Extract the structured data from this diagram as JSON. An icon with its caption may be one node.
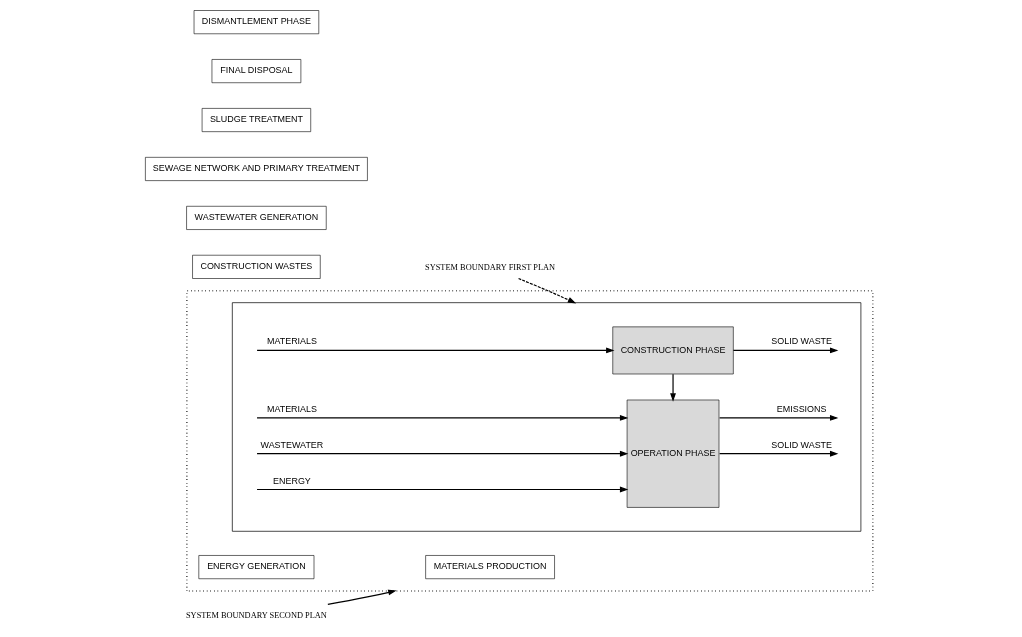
{
  "diagram": {
    "nodes": [
      {
        "text": [],
        "shape": "box"
      },
      {
        "text": [
          "MATERIALS PRODUCTION"
        ],
        "in": 0
      },
      {
        "text": [
          "ENERGY GENERATION"
        ],
        "in": 0
      },
      {
        "text": [],
        "shape": "box",
        "in": 0
      },
      {
        "text": [
          "CONSTRUCTION PHASE"
        ],
        "in": 3
      },
      {
        "text": [
          "OPERATION PHASE"
        ],
        "in": 3
      },
      {
        "text": [
          "CONSTRUCTION WASTES"
        ]
      },
      {
        "text": [
          "WASTEWATER GENERATION"
        ]
      },
      {
        "text": [
          "SEWAGE NETWORK AND PRIMARY TREATMENT"
        ]
      },
      {
        "text": [
          "SLUDGE TREATMENT"
        ]
      },
      {
        "text": [
          "FINAL DISPOSAL"
        ]
      },
      {
        "text": [
          "DISMANTLEMENT PHASE"
        ]
      },
      {
        "text": [
          "SYSTEM BOUNDARY SECOND PLAN"
        ]
      },
      {
        "text": [
          "SYSTEM BOUNDARY FIRST PLAN"
        ]
      }
    ],
    "edges": [
      {
        "from": null,
        "to": 4,
        "arrow": "to",
        "label": "MATERIALS"
      },
      {
        "from": 4,
        "to": null,
        "arrow": "to",
        "label": "SOLID WASTE"
      },
      {
        "from": 4,
        "to": 5,
        "arrow": "to"
      },
      {
        "from": null,
        "to": 5,
        "arrow": "to",
        "label": "MATERIALS"
      },
      {
        "from": null,
        "to": 5,
        "arrow": "to",
        "label": "WASTEWATER"
      },
      {
        "from": null,
        "to": 5,
        "arrow": "to",
        "label": "ENERGY"
      },
      {
        "from": 5,
        "to": null,
        "arrow": "to",
        "label": "EMISSIONS"
      },
      {
        "from": 5,
        "to": null,
        "arrow": "to",
        "label": "SOLID WASTE"
      },
      {
        "from": 12,
        "to": 0,
        "arrow": "to"
      },
      {
        "from": 13,
        "to": 3,
        "arrow": "to",
        "style": "dashed"
      }
    ]
  }
}
